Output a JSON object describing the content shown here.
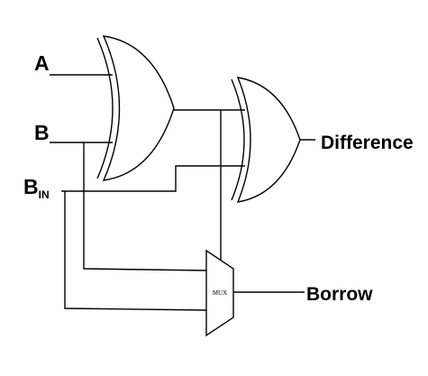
{
  "labels": {
    "input_a": "A",
    "input_b": "B",
    "input_bin_main": "B",
    "input_bin_sub": "IN",
    "mux": "MUX",
    "output_difference": "Difference",
    "output_borrow": "Borrow"
  },
  "colors": {
    "stroke": "#000000",
    "background": "#ffffff"
  }
}
